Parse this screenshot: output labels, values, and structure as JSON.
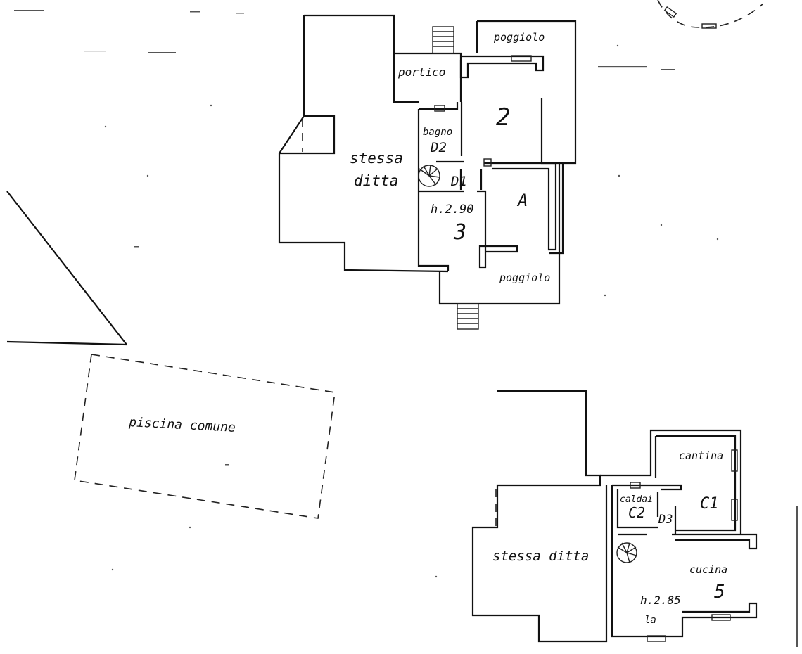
{
  "labels": {
    "poggiolo_top": "poggiolo",
    "portico": "portico",
    "room_2": "2",
    "bagno": "bagno",
    "d2": "D2",
    "stessa_ditta_upper_1": "stessa",
    "stessa_ditta_upper_2": "ditta",
    "d1": "D1",
    "room_a": "A",
    "height_upper": "h.2.90",
    "room_3": "3",
    "poggiolo_bottom": "poggiolo",
    "piscina": "piscina comune",
    "cantina": "cantina",
    "room_c1": "C1",
    "caldaia": "caldai",
    "c2": "C2",
    "d3": "D3",
    "stessa_ditta_lower": "stessa ditta",
    "cucina": "cucina",
    "room_5": "5",
    "height_lower": "h.2.85",
    "la": "la"
  }
}
